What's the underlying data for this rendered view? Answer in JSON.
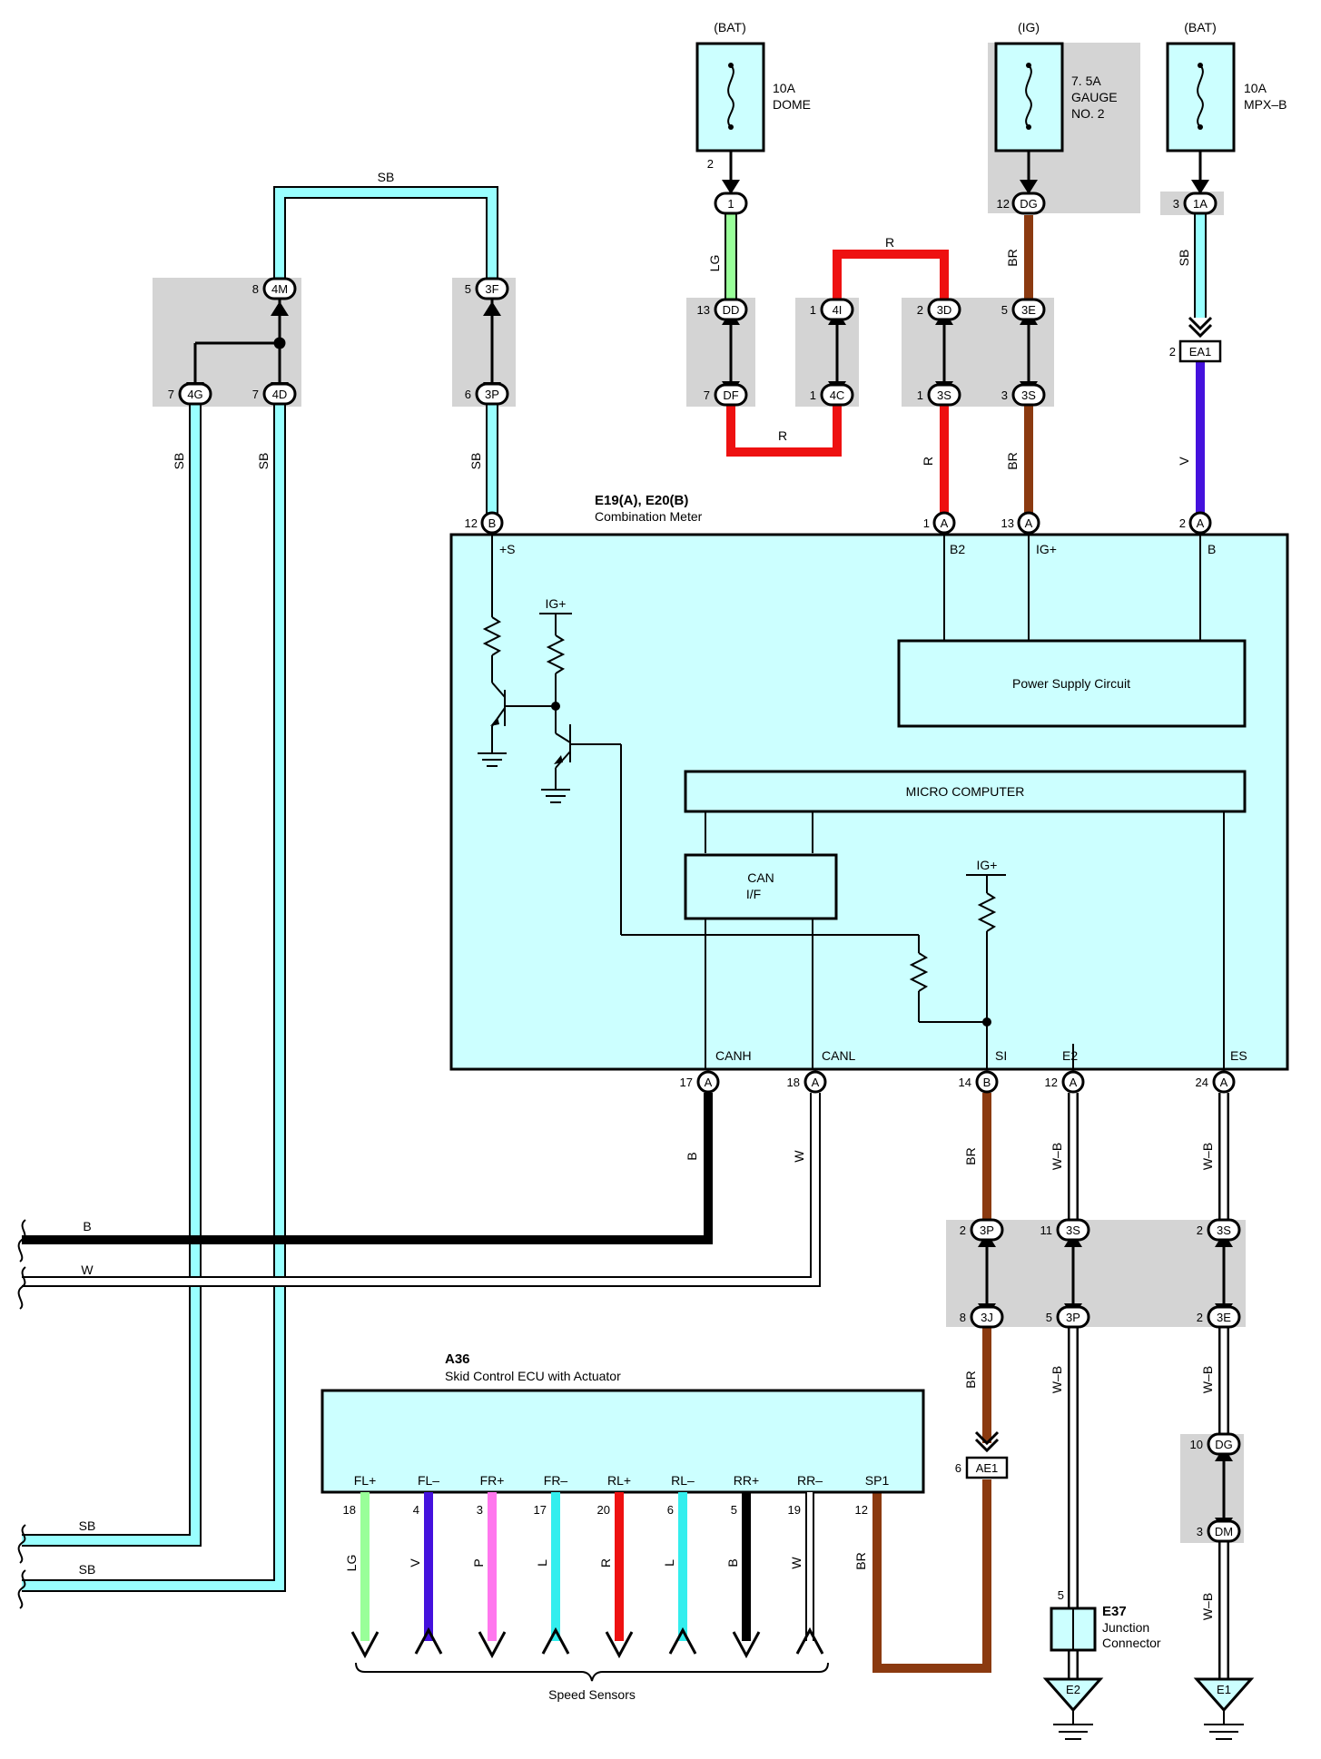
{
  "fuses": [
    {
      "supply": "(BAT)",
      "rating": "10A",
      "name": "DOME"
    },
    {
      "supply": "(IG)",
      "rating": "7. 5A",
      "name": "GAUGE NO. 2",
      "name1": "GAUGE",
      "name2": "NO. 2"
    },
    {
      "supply": "(BAT)",
      "rating": "10A",
      "name": "MPX–B"
    }
  ],
  "connectors": {
    "c1": {
      "id": "1",
      "pin": "2"
    },
    "dg_top": {
      "id": "DG",
      "pin": "12"
    },
    "c1a": {
      "id": "1A",
      "pin": "3"
    },
    "ea1": {
      "id": "EA1",
      "pin": "2"
    },
    "dd": {
      "id": "DD",
      "pin": "13"
    },
    "df": {
      "id": "DF",
      "pin": "7"
    },
    "4i": {
      "id": "4I",
      "pin": "1"
    },
    "4c": {
      "id": "4C",
      "pin": "1"
    },
    "3d": {
      "id": "3D",
      "pin": "2"
    },
    "3s_a": {
      "id": "3S",
      "pin": "1"
    },
    "3e_a": {
      "id": "3E",
      "pin": "5"
    },
    "3s_b": {
      "id": "3S",
      "pin": "3"
    },
    "4m": {
      "id": "4M",
      "pin": "8"
    },
    "4g": {
      "id": "4G",
      "pin": "7"
    },
    "4d": {
      "id": "4D",
      "pin": "7"
    },
    "3f": {
      "id": "3F",
      "pin": "5"
    },
    "3p_a": {
      "id": "3P",
      "pin": "6"
    },
    "3p_b": {
      "id": "3P",
      "pin": "2"
    },
    "3j": {
      "id": "3J",
      "pin": "8"
    },
    "3s_c": {
      "id": "3S",
      "pin": "11"
    },
    "3p_c": {
      "id": "3P",
      "pin": "5"
    },
    "3s_d": {
      "id": "3S",
      "pin": "2"
    },
    "3e_b": {
      "id": "3E",
      "pin": "2"
    },
    "dg_low": {
      "id": "DG",
      "pin": "10"
    },
    "dm": {
      "id": "DM",
      "pin": "3"
    },
    "ae1": {
      "id": "AE1",
      "pin": "6"
    },
    "e37pin": {
      "pin": "5"
    }
  },
  "wires": {
    "sb_top": "SB",
    "lg": "LG",
    "r_top": "R",
    "r_bottom": "R",
    "r_meter": "R",
    "br_top": "BR",
    "br_meter": "BR",
    "sb_1a": "SB",
    "v_ea1": "V",
    "sb_left1": "SB",
    "sb_left2": "SB",
    "sb_3p": "SB",
    "b_canh": "B",
    "w_canl": "W",
    "br_si": "BR",
    "wb_e2": "W–B",
    "wb_es": "W–B",
    "b_bus": "B",
    "w_bus": "W",
    "sb_bus1": "SB",
    "sb_bus2": "SB",
    "br_lower": "BR",
    "wb_lower1": "W–B",
    "wb_lower2": "W–B",
    "wb_lower3": "W–B",
    "br_sp1": "BR"
  },
  "meter": {
    "code": "E19(A), E20(B)",
    "name": "Combination Meter",
    "top_pins": [
      {
        "num": "12",
        "conn": "B",
        "label": "+S"
      },
      {
        "num": "1",
        "conn": "A",
        "label": "B2"
      },
      {
        "num": "13",
        "conn": "A",
        "label": "IG+"
      },
      {
        "num": "2",
        "conn": "A",
        "label": "B"
      }
    ],
    "bottom_pins": [
      {
        "num": "17",
        "conn": "A",
        "label": "CANH"
      },
      {
        "num": "18",
        "conn": "A",
        "label": "CANL"
      },
      {
        "num": "14",
        "conn": "B",
        "label": "SI"
      },
      {
        "num": "12",
        "conn": "A",
        "label": "E2"
      },
      {
        "num": "24",
        "conn": "A",
        "label": "ES"
      }
    ],
    "ig1": "IG+",
    "ig2": "IG+",
    "power_supply": "Power Supply Circuit",
    "micro": "MICRO COMPUTER",
    "can1": "CAN",
    "can2": "I/F"
  },
  "ecu": {
    "code": "A36",
    "name": "Skid Control ECU with Actuator",
    "pins": [
      {
        "label": "FL+",
        "num": "18",
        "wire": "LG",
        "color": "#99ff99"
      },
      {
        "label": "FL–",
        "num": "4",
        "wire": "V",
        "color": "#4411dd"
      },
      {
        "label": "FR+",
        "num": "3",
        "wire": "P",
        "color": "#ff77ee"
      },
      {
        "label": "FR–",
        "num": "17",
        "wire": "L",
        "color": "#33eeee"
      },
      {
        "label": "RL+",
        "num": "20",
        "wire": "R",
        "color": "#ee1111"
      },
      {
        "label": "RL–",
        "num": "6",
        "wire": "L",
        "color": "#33eeee"
      },
      {
        "label": "RR+",
        "num": "5",
        "wire": "B",
        "color": "#000000"
      },
      {
        "label": "RR–",
        "num": "19",
        "wire": "W",
        "color": "#ffffff"
      },
      {
        "label": "SP1",
        "num": "12",
        "wire": "BR",
        "color": "#8b3a10"
      }
    ],
    "speed_sensors": "Speed Sensors"
  },
  "e37": {
    "code": "E37",
    "name1": "Junction",
    "name2": "Connector"
  },
  "grounds": {
    "e2": "E2",
    "e1": "E1"
  },
  "colors": {
    "SB": "#99ffff",
    "LG": "#99ff99",
    "R": "#ee1111",
    "BR": "#8b3a10",
    "V": "#4411dd",
    "B": "#000000",
    "W": "#ffffff",
    "box": "#ccffff",
    "splice": "#d4d4d4"
  }
}
